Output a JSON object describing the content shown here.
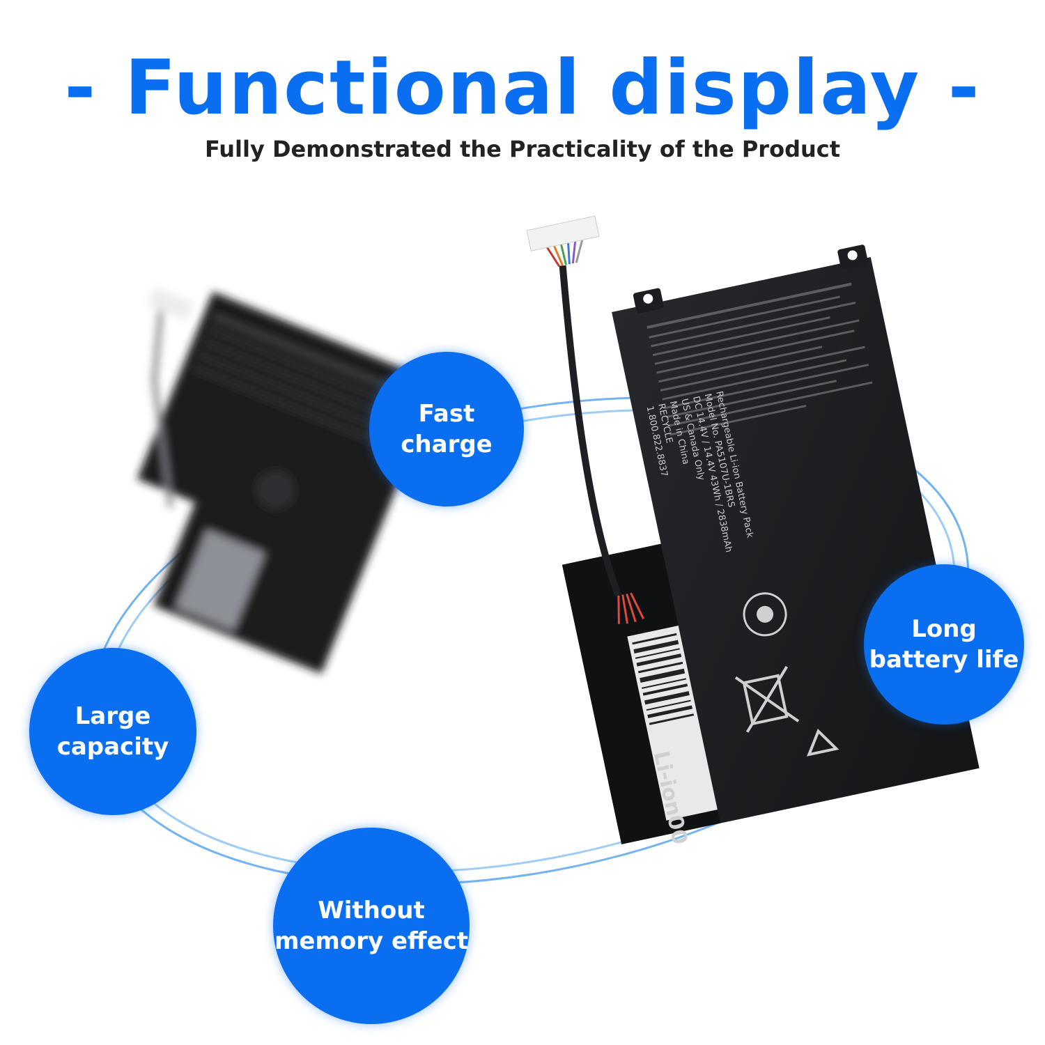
{
  "header": {
    "title": "- Functional display -",
    "subtitle": "Fully Demonstrated the Practicality of the Product"
  },
  "features": [
    {
      "label": "Fast\ncharge"
    },
    {
      "label": "Long\nbattery life"
    },
    {
      "label": "Large\ncapacity"
    },
    {
      "label": "Without\nmemory effect"
    }
  ],
  "battery_label": {
    "heading": "Rechargeable Li-ion Battery Pack",
    "model": "Model No. PA5107U-1BRS",
    "rating": "DC 14.4V / 14.4V  43Wh / 2838mAh",
    "chemistry": "Li-ion00",
    "region": "US & Canada Only",
    "origin": "Made in China",
    "recycle": "RECYCLE",
    "phone": "1.800.822.8837"
  },
  "colors": {
    "accent": "#0a6ef0",
    "battery": "#1c1d20",
    "ring": "#5aa6ef"
  }
}
